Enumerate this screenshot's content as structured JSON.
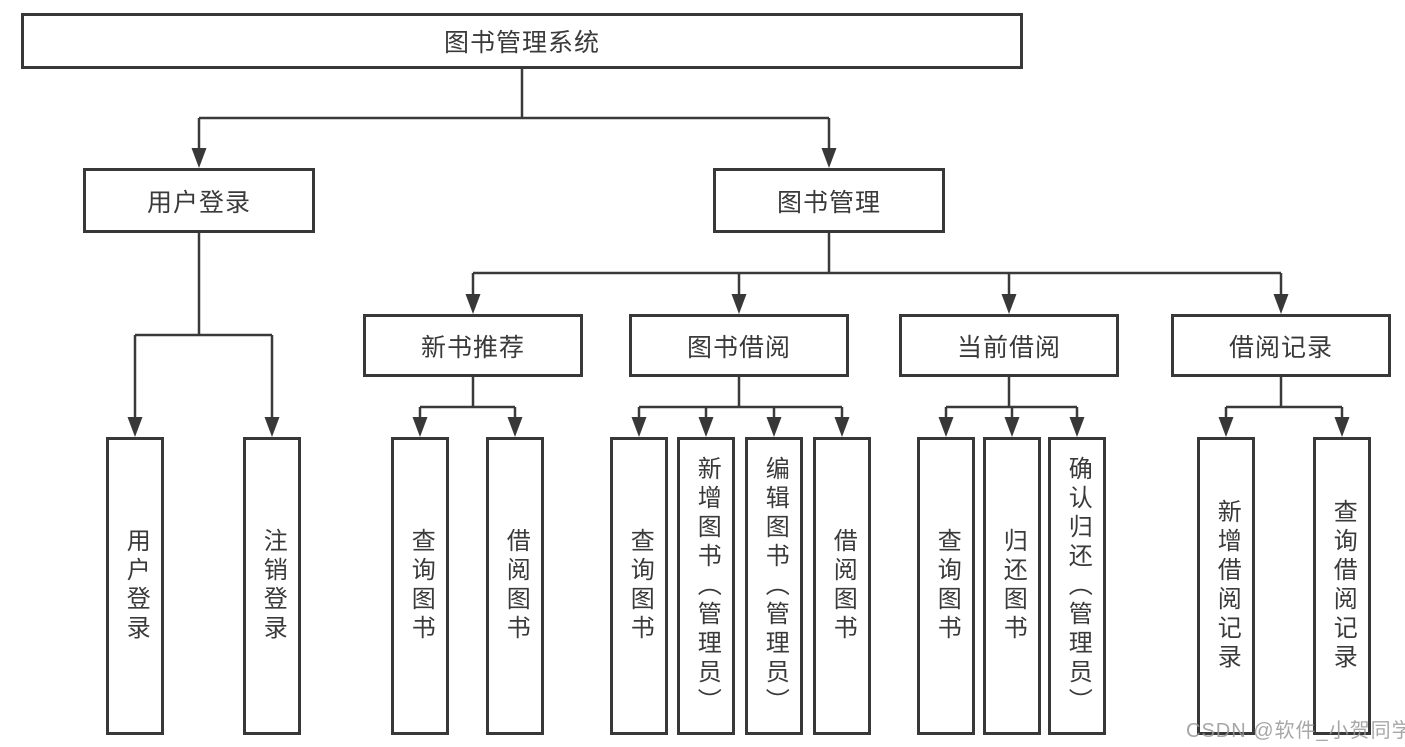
{
  "tree": {
    "root": "图书管理系统",
    "children": [
      {
        "label": "用户登录",
        "children": [
          "用户登录",
          "注销登录"
        ]
      },
      {
        "label": "图书管理",
        "children": [
          {
            "label": "新书推荐",
            "children": [
              "查询图书",
              "借阅图书"
            ]
          },
          {
            "label": "图书借阅",
            "children": [
              "查询图书",
              "新增图书（管理员）",
              "编辑图书（管理员）",
              "借阅图书"
            ]
          },
          {
            "label": "当前借阅",
            "children": [
              "查询图书",
              "归还图书",
              "确认归还（管理员）"
            ]
          },
          {
            "label": "借阅记录",
            "children": [
              "新增借阅记录",
              "查询借阅记录"
            ]
          }
        ]
      }
    ]
  },
  "watermark": "CSDN @软件_小贺同学",
  "colors": {
    "line": "#3a3a3a",
    "text": "#3a3a3a",
    "watermark": "#989898",
    "background": "#ffffff"
  }
}
